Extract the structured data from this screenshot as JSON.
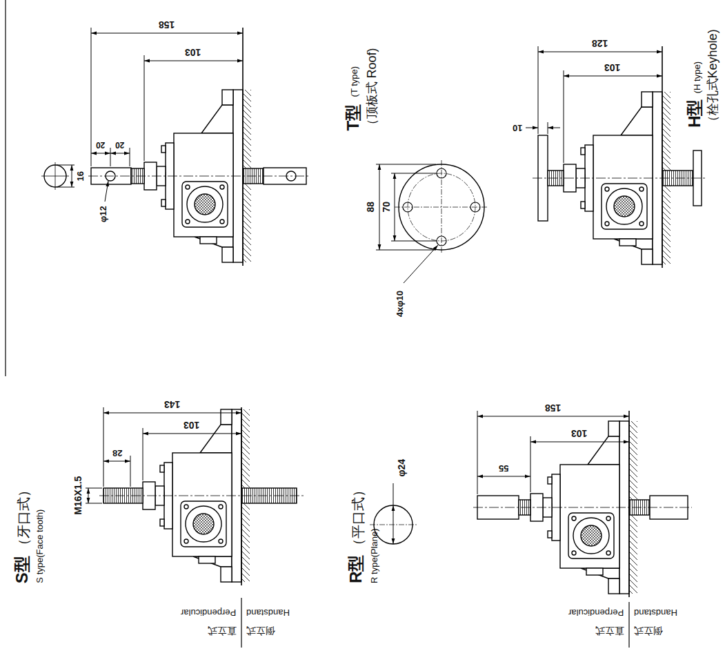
{
  "diagram": {
    "labels": [
      "S型",
      "（牙口式）",
      "S type(Face tooth)",
      "M16X1.5",
      "28",
      "103",
      "143",
      "直立式",
      "Perpendicular",
      "倒立式",
      "Handstand",
      "R型",
      "（平口式）",
      "R type(Plane)",
      "φ24",
      "55",
      "103",
      "158",
      "直立式",
      "Perpendicular",
      "倒立式",
      "Handstand",
      "H型",
      "(H type)",
      "（栓孔式Keyhole)",
      "16",
      "20",
      "20",
      "φ12",
      "103",
      "158",
      "T型",
      "(T type)",
      "（顶板式 Roof)",
      "88",
      "70",
      "4xφ10",
      "10",
      "103",
      "128"
    ]
  }
}
